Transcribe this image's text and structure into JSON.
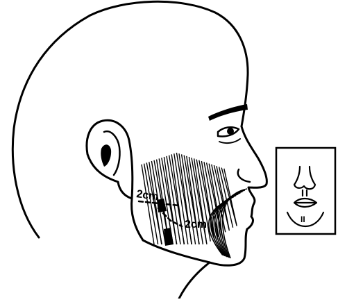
{
  "figure": {
    "labels": {
      "upper_distance": "2cm",
      "lower_distance": "2cm"
    },
    "inset": {
      "marks": "II"
    }
  }
}
